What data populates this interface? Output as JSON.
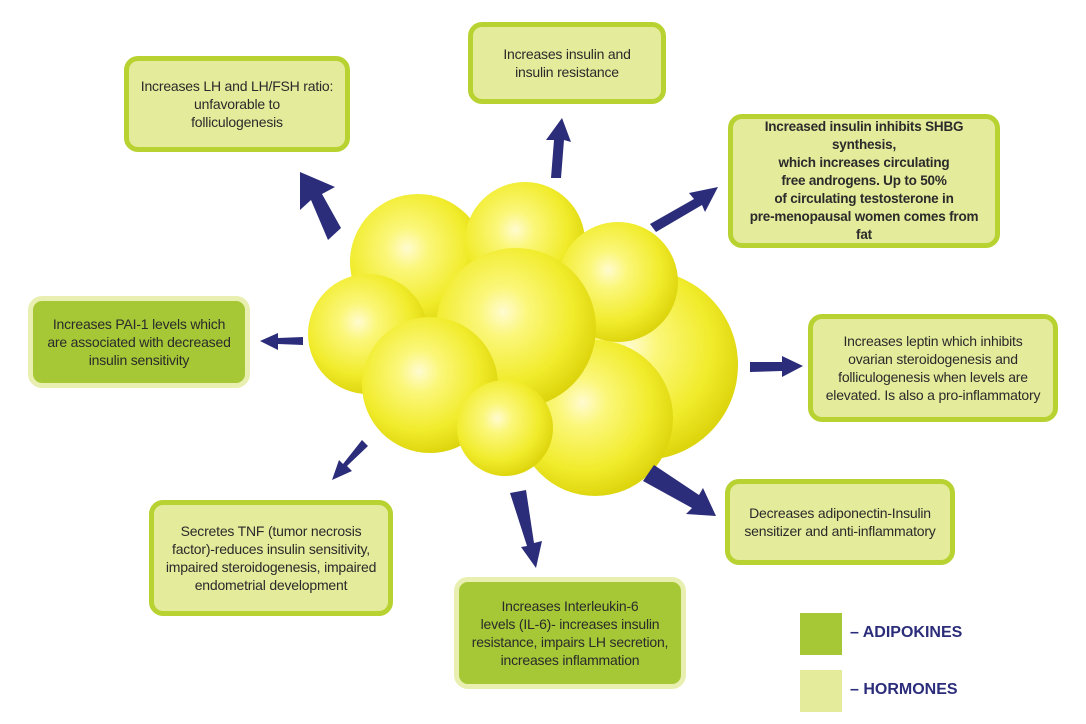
{
  "colors": {
    "adipokine_fill": "#a6c836",
    "hormone_fill": "#e4eb9b",
    "hormone_border": "#b8d232",
    "arrow": "#2b2d7a",
    "fat_cell": "#f3f02e"
  },
  "boxes": {
    "lh_ratio": "Increases LH and LH/FSH ratio:\nunfavorable to\nfolliculogenesis",
    "insulin": "Increases insulin and\ninsulin resistance",
    "shbg": "Increased insulin inhibits SHBG synthesis,\nwhich increases circulating\nfree androgens. Up to 50%\nof circulating testosterone in\npre-menopausal women comes from fat",
    "pai1": "Increases PAI-1 levels which\nare associated with decreased\ninsulin sensitivity",
    "leptin": "Increases leptin which inhibits\novarian steroidogenesis and\nfolliculogenesis when levels are\nelevated. Is also a pro-inflammatory",
    "adiponectin": "Decreases adiponectin-Insulin\nsensitizer and anti-inflammatory",
    "tnf": "Secretes TNF (tumor necrosis\nfactor)-reduces insulin sensitivity,\nimpaired steroidogenesis, impaired\nendometrial development",
    "il6": "Increases Interleukin-6\nlevels (IL-6)- increases insulin\nresistance, impairs LH secretion,\nincreases inflammation"
  },
  "legend": {
    "adipokines": "– ADIPOKINES",
    "hormones": "– HORMONES"
  }
}
